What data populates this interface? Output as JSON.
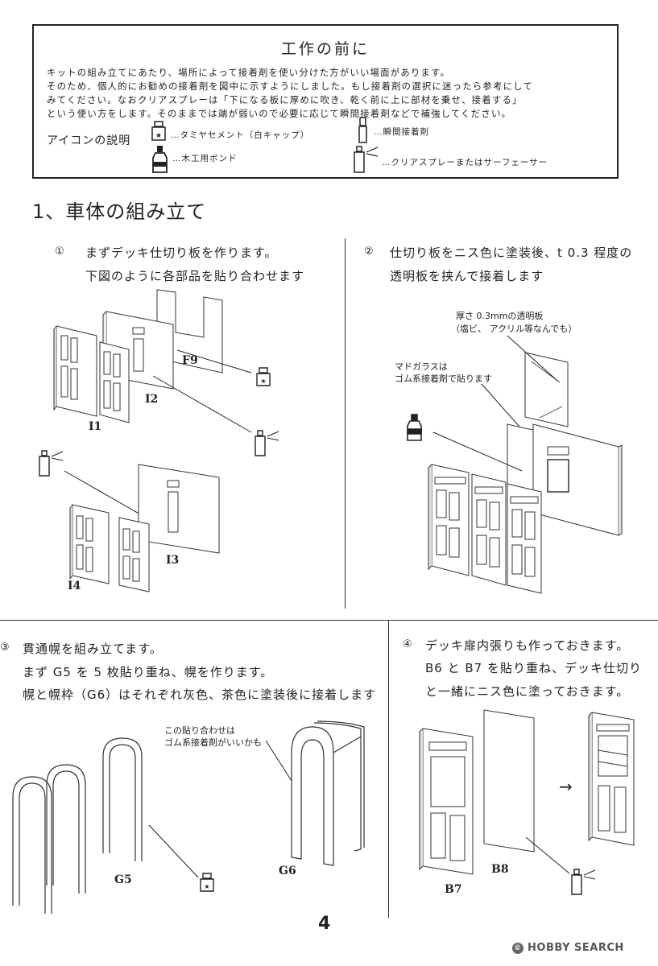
{
  "intro": {
    "title": "工作の前に",
    "lines": [
      "キットの組み立てにあたり、場所によって接着剤を使い分けた方がいい場面があります。",
      "そのため、個人的にお勧めの接着剤を図中に示すようにしました。もし接着剤の選択に迷ったら参考にして",
      "みてください。なおクリアスプレーは「下になる板に厚めに吹き、乾く前に上に部材を乗せ、接着する」",
      "という使い方をします。そのままでは端が弱いので必要に応じて瞬間接着剤などで補強してください。"
    ],
    "icon_label": "アイコンの説明",
    "legend": [
      {
        "icon": "cement-bottle-icon",
        "text": "…タミヤセメント（白キャップ）"
      },
      {
        "icon": "glue-tube-icon",
        "text": "…瞬間接着剤"
      },
      {
        "icon": "wood-bond-icon",
        "text": "…木工用ボンド"
      },
      {
        "icon": "spray-can-icon",
        "text": "…クリアスプレーまたはサーフェーサー"
      }
    ]
  },
  "section": {
    "title": "1、車体の組み立て"
  },
  "steps": {
    "s1": {
      "num": "①",
      "line1": "まずデッキ仕切り板を作ります。",
      "line2": "下図のように各部品を貼り合わせます",
      "labels": {
        "f9": "F9",
        "i2": "I2",
        "i1": "I1",
        "i3": "I3",
        "i4": "I4"
      }
    },
    "s2": {
      "num": "②",
      "line1": "仕切り板をニス色に塗装後、t 0.3 程度の",
      "line2": "透明板を挟んで接着します",
      "note1a": "厚さ 0.3mmの透明板",
      "note1b": "（塩ビ、 アクリル等なんでも）",
      "note2a": "マドガラスは",
      "note2b": "ゴム系接着剤で貼ります"
    },
    "s3": {
      "num": "③",
      "line1": "貫通幌を組み立てます。",
      "line2": "まず G5 を 5 枚貼り重ね、幌を作ります。",
      "line3": "幌と幌枠（G6）はそれぞれ灰色、茶色に塗装後に接着します",
      "note1": "この貼り合わせは",
      "note2": "ゴム系接着剤がいいかも",
      "labels": {
        "g5": "G5",
        "g6": "G6"
      }
    },
    "s4": {
      "num": "④",
      "line1": "デッキ扉内張りも作っておきます。",
      "line2": "B6 と B7 を貼り重ね、デッキ仕切り",
      "line3": "と一緒にニス色に塗っておきます。",
      "arrow": "→",
      "labels": {
        "b7": "B7",
        "b8": "B8"
      }
    }
  },
  "footer": {
    "page": "4",
    "watermark": "HOBBY SEARCH"
  }
}
